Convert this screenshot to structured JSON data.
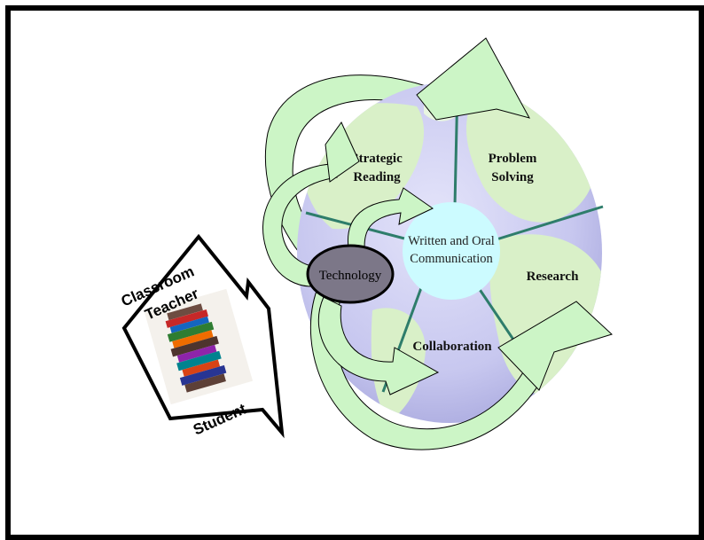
{
  "diagram": {
    "center_label": [
      "Written and Oral",
      "Communication"
    ],
    "segments": {
      "strategic_reading": [
        "Strategic",
        "Reading"
      ],
      "problem_solving": [
        "Problem",
        "Solving"
      ],
      "research": "Research",
      "collaboration": "Collaboration"
    },
    "technology_label": "Technology",
    "roles": {
      "teacher": [
        "Classroom",
        "Teacher"
      ],
      "student": "Student"
    }
  },
  "colors": {
    "arrow_fill": "#ccf5c6",
    "globe_ocean": "#c6c6ef",
    "land": "#d9f0c8",
    "spokes": "#2e7d6b",
    "center_circle": "#ccfbff",
    "technology_oval": "#7c7788"
  }
}
